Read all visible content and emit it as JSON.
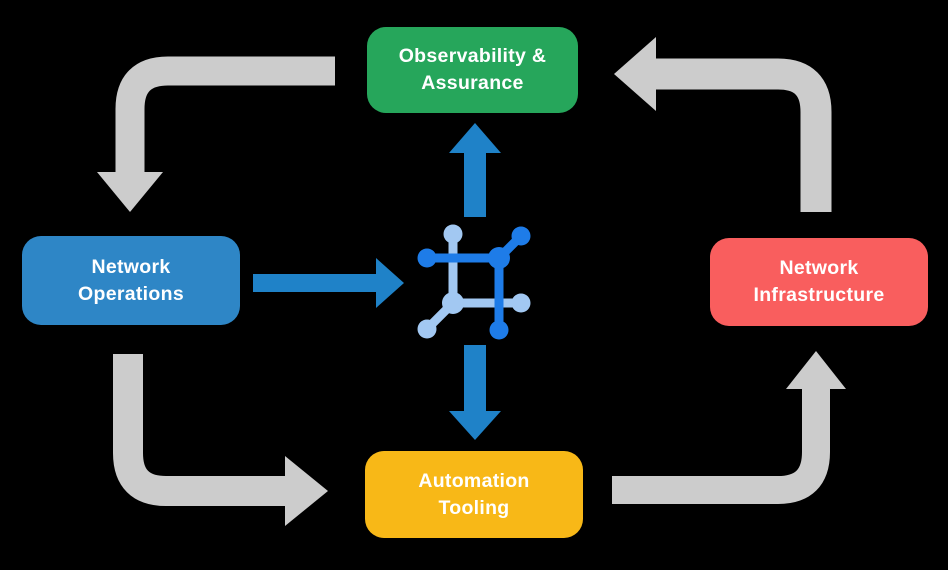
{
  "canvas": {
    "background": "#000000"
  },
  "nodes": {
    "observability": {
      "line1": "Observability &",
      "line2": "Assurance",
      "color": "#26a65b"
    },
    "operations": {
      "line1": "Network",
      "line2": "Operations",
      "color": "#2e86c6"
    },
    "infrastructure": {
      "line1": "Network",
      "line2": "Infrastructure",
      "color": "#f95e5e"
    },
    "tooling": {
      "line1": "Automation",
      "line2": "Tooling",
      "color": "#f8b817"
    }
  },
  "icons": {
    "center": "network-fabric-icon"
  },
  "colors": {
    "cycle_arrow": "#cccccc",
    "flow_arrow": "#1f82c8",
    "icon_primary": "#1e7ce8",
    "icon_secondary": "#a2c8f2",
    "node_text": "#ffffff"
  }
}
